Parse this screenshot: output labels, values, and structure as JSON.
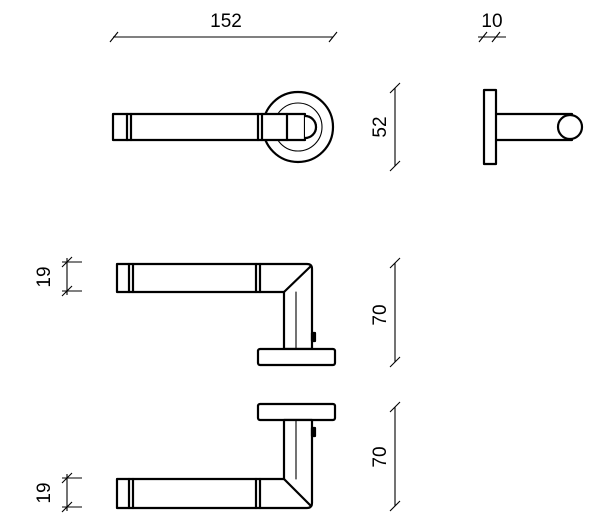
{
  "dimensions": {
    "width": "152",
    "depth": "10",
    "rose_diameter": "52",
    "lever_thickness_top": "19",
    "lever_thickness_bottom": "19",
    "height_top": "70",
    "height_bottom": "70"
  }
}
